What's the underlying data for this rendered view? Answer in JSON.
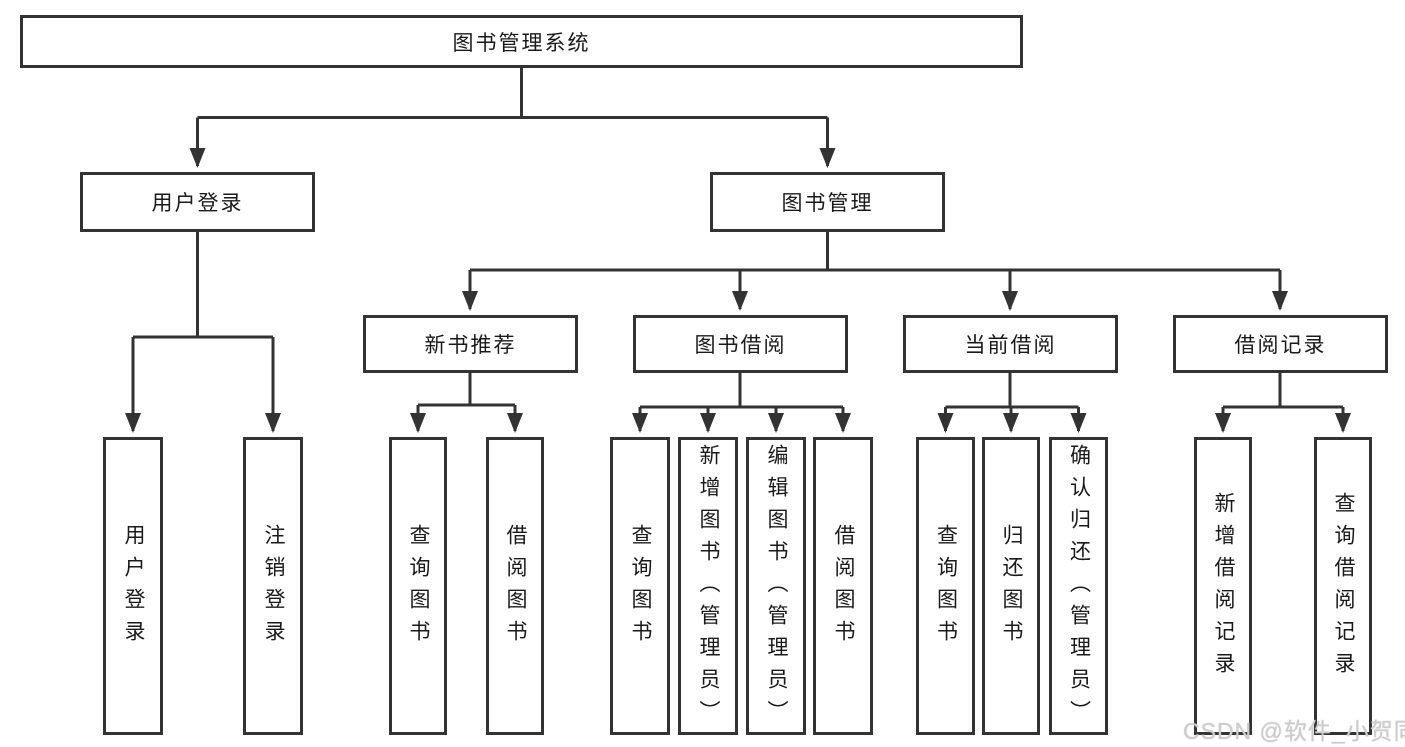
{
  "colors": {
    "line": "#333333",
    "box_border": "#333333",
    "box_fill": "#ffffff",
    "text": "#1a1a1a",
    "watermark": "#cdcdcd"
  },
  "watermark": {
    "text": "CSDN @软件_小贺同学"
  },
  "tree": {
    "root": {
      "label": "图书管理系统"
    },
    "branches": [
      {
        "label": "用户登录",
        "children": [
          {
            "label": "用户登录"
          },
          {
            "label": "注销登录"
          }
        ]
      },
      {
        "label": "图书管理",
        "children": [
          {
            "label": "新书推荐",
            "children": [
              {
                "label": "查询图书"
              },
              {
                "label": "借阅图书"
              }
            ]
          },
          {
            "label": "图书借阅",
            "children": [
              {
                "label": "查询图书"
              },
              {
                "label": "新增图书（管理员）"
              },
              {
                "label": "编辑图书（管理员）"
              },
              {
                "label": "借阅图书"
              }
            ]
          },
          {
            "label": "当前借阅",
            "children": [
              {
                "label": "查询图书"
              },
              {
                "label": "归还图书"
              },
              {
                "label": "确认归还（管理员）"
              }
            ]
          },
          {
            "label": "借阅记录",
            "children": [
              {
                "label": "新增借阅记录"
              },
              {
                "label": "查询借阅记录"
              }
            ]
          }
        ]
      }
    ]
  }
}
